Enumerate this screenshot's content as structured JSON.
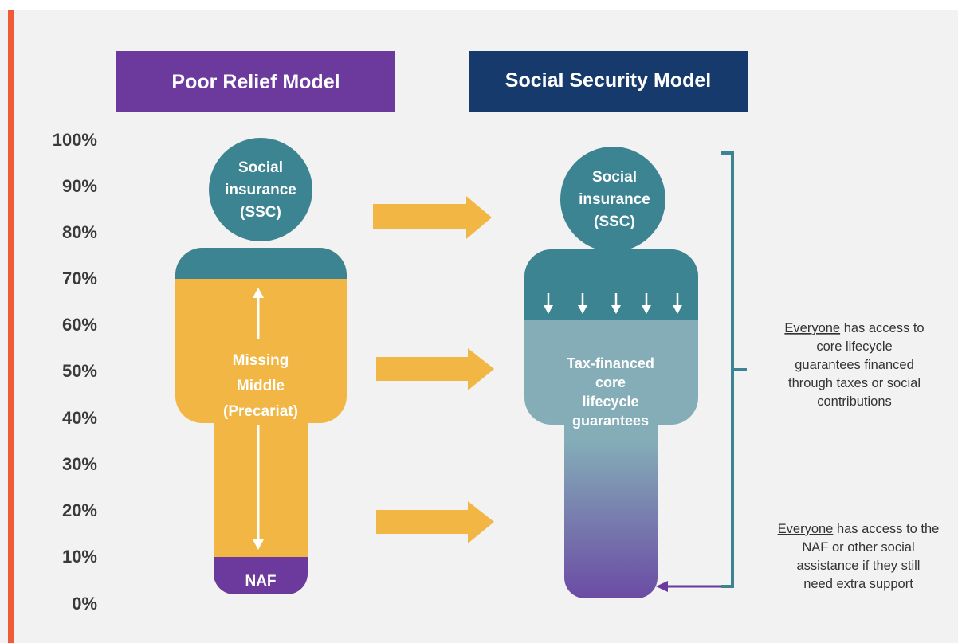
{
  "headers": {
    "poor_relief": "Poor Relief Model",
    "social_security": "Social Security Model"
  },
  "y_axis_labels": [
    "100%",
    "90%",
    "80%",
    "70%",
    "60%",
    "50%",
    "40%",
    "30%",
    "20%",
    "10%",
    "0%"
  ],
  "poor_relief_figure": {
    "head": [
      "Social",
      "insurance",
      "(SSC)"
    ],
    "middle": [
      "Missing",
      "Middle",
      "(Precariat)"
    ],
    "bottom": "NAF"
  },
  "social_security_figure": {
    "head": [
      "Social",
      "insurance",
      "(SSC)"
    ],
    "body": [
      "Tax-financed",
      "core",
      "lifecycle",
      "guarantees"
    ]
  },
  "notes": {
    "note1": {
      "emphasis": "Everyone",
      "rest_first_line": " has access to",
      "lines": [
        "core lifecycle",
        "guarantees financed",
        "through taxes or social",
        "contributions"
      ]
    },
    "note2": {
      "emphasis": "Everyone",
      "rest_first_line": " has access to the",
      "lines": [
        "NAF or other social",
        "assistance if they still",
        "need extra support"
      ]
    }
  },
  "colors": {
    "accent_bar": "#f05a36",
    "background": "#f2f2f2",
    "purple": "#6b3a9c",
    "navy": "#163a6b",
    "teal": "#3d8492",
    "light_teal": "#84adb8",
    "yellow": "#f1b644",
    "arrow_yellow": "#f1b644"
  },
  "icons": [
    "right-arrow-icon",
    "down-arrow-icon",
    "double-arrow-icon",
    "bracket-icon"
  ]
}
